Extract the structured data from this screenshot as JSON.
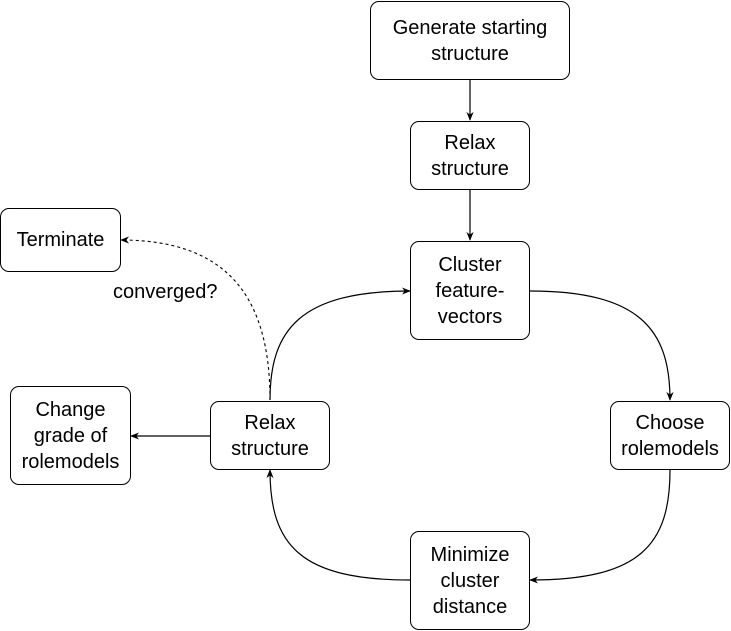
{
  "diagram": {
    "nodes": {
      "generate": "Generate starting structure",
      "relax_top": "Relax structure",
      "cluster": "Cluster feature-vectors",
      "choose": "Choose rolemodels",
      "minimize": "Minimize cluster distance",
      "relax_left": "Relax structure",
      "terminate": "Terminate",
      "change_grade": "Change grade of rolemodels"
    },
    "edge_labels": {
      "converged": "converged?"
    }
  }
}
